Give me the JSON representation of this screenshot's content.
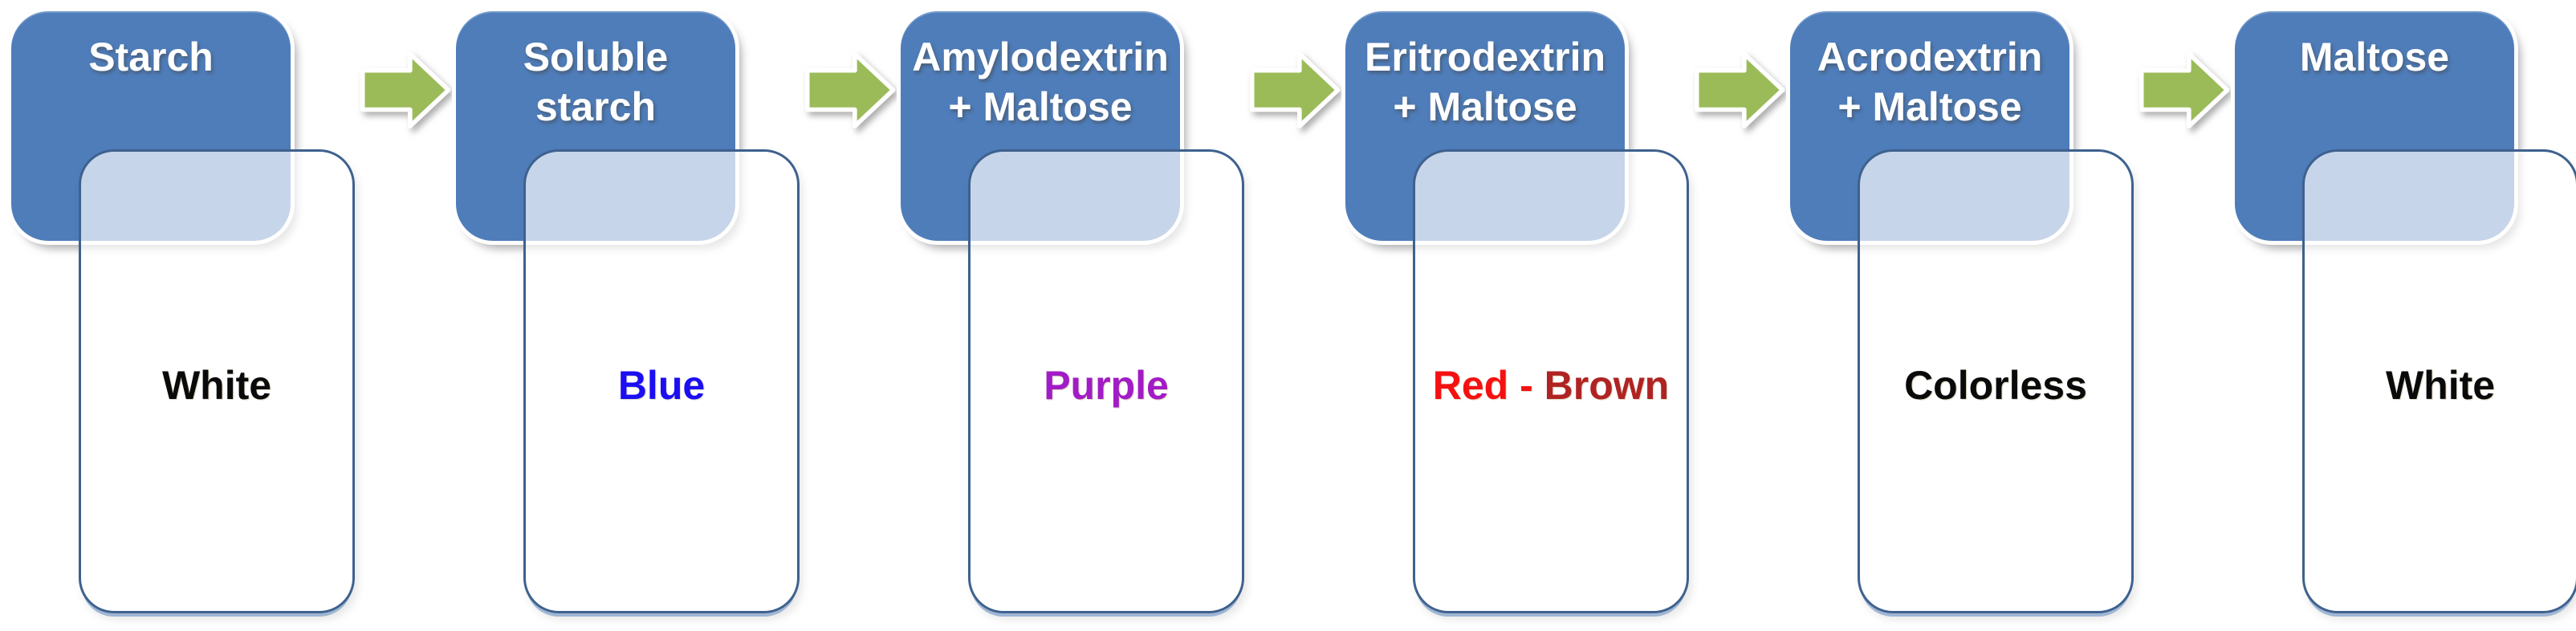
{
  "colors": {
    "substrate_box_fill": "#4E7DBA",
    "substrate_text": "#FFFFFF",
    "result_box_border": "#3E618E",
    "arrow_green": "#9BBB59",
    "background": "#FFFFFF"
  },
  "stages": [
    {
      "label": "Starch",
      "result": {
        "parts": [
          {
            "text": "White",
            "color": "#0A0A0A"
          }
        ]
      }
    },
    {
      "label": "Soluble\nstarch",
      "result": {
        "parts": [
          {
            "text": "Blue",
            "color": "#1B0EF2"
          }
        ]
      }
    },
    {
      "label": "Amylodextrin\n+ Maltose",
      "result": {
        "parts": [
          {
            "text": "Purple",
            "color": "#A21CC5"
          }
        ]
      }
    },
    {
      "label": "Eritrodextrin\n+ Maltose",
      "result": {
        "parts": [
          {
            "text": "Red - ",
            "color": "#F51111"
          },
          {
            "text": "Brown",
            "color": "#B02323"
          }
        ]
      }
    },
    {
      "label": "Acrodextrin\n+ Maltose",
      "result": {
        "parts": [
          {
            "text": "Colorless",
            "color": "#0A0A0A"
          }
        ]
      }
    },
    {
      "label": "Maltose",
      "result": {
        "parts": [
          {
            "text": "White",
            "color": "#0A0A0A"
          }
        ]
      }
    }
  ]
}
